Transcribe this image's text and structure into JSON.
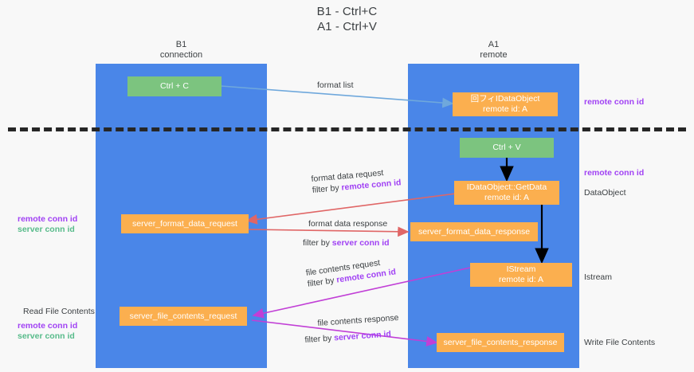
{
  "title": {
    "line1": "B1 - Ctrl+C",
    "line2": "A1 - Ctrl+V"
  },
  "columns": [
    {
      "name": "B1",
      "role": "connection"
    },
    {
      "name": "A1",
      "role": "remote"
    }
  ],
  "nodes": {
    "ctrl_c": {
      "label": "Ctrl + C"
    },
    "idataobject": {
      "line1": "IDataObject",
      "line2": "remote id: A",
      "prefix_glyphs": "回フィ"
    },
    "ctrl_v": {
      "label": "Ctrl + V"
    },
    "getdata": {
      "line1": "IDataObject::GetData",
      "line2": "remote id: A"
    },
    "server_format_data_request": {
      "label": "server_format_data_request"
    },
    "server_format_data_response": {
      "label": "server_format_data_response"
    },
    "istream": {
      "line1": "IStream",
      "line2": "remote id: A"
    },
    "server_file_contents_request": {
      "label": "server_file_contents_request"
    },
    "server_file_contents_response": {
      "label": "server_file_contents_response"
    }
  },
  "edge_labels": {
    "format_list": "format list",
    "format_data_request": {
      "line1": "format data request",
      "filter_prefix": "filter by ",
      "filter_key": "remote conn id"
    },
    "format_data_response": {
      "line1": "format data response",
      "filter_prefix": "filter by ",
      "filter_key": "server conn id"
    },
    "file_contents_request": {
      "line1": "file contents request",
      "filter_prefix": "filter by ",
      "filter_key": "remote conn id"
    },
    "file_contents_response": {
      "line1": "file contents response",
      "filter_prefix": "filter by ",
      "filter_key": "server conn id"
    }
  },
  "annotations": {
    "right_remote_conn_id_top": "remote conn id",
    "right_remote_conn_id_mid": "remote conn id",
    "right_dataobject": "DataObject",
    "right_istream": "Istream",
    "right_write_file_contents": "Write File Contents",
    "left_remote_conn_id": "remote conn id",
    "left_server_conn_id": "server conn id",
    "left_read_file_contents": "Read File Contents",
    "left_remote_conn_id_2": "remote conn id",
    "left_server_conn_id_2": "server conn id"
  },
  "colors": {
    "lane": "#4a86e8",
    "green_node": "#7cc47f",
    "orange_node": "#fbaf4f",
    "purple": "#a142f4",
    "green_text": "#57bb8a",
    "arrow_blue": "#6fa8dc",
    "arrow_red": "#e06666",
    "arrow_magenta": "#c13fd6",
    "arrow_black": "#000000",
    "background": "#f8f8f8",
    "divider": "#262626"
  }
}
